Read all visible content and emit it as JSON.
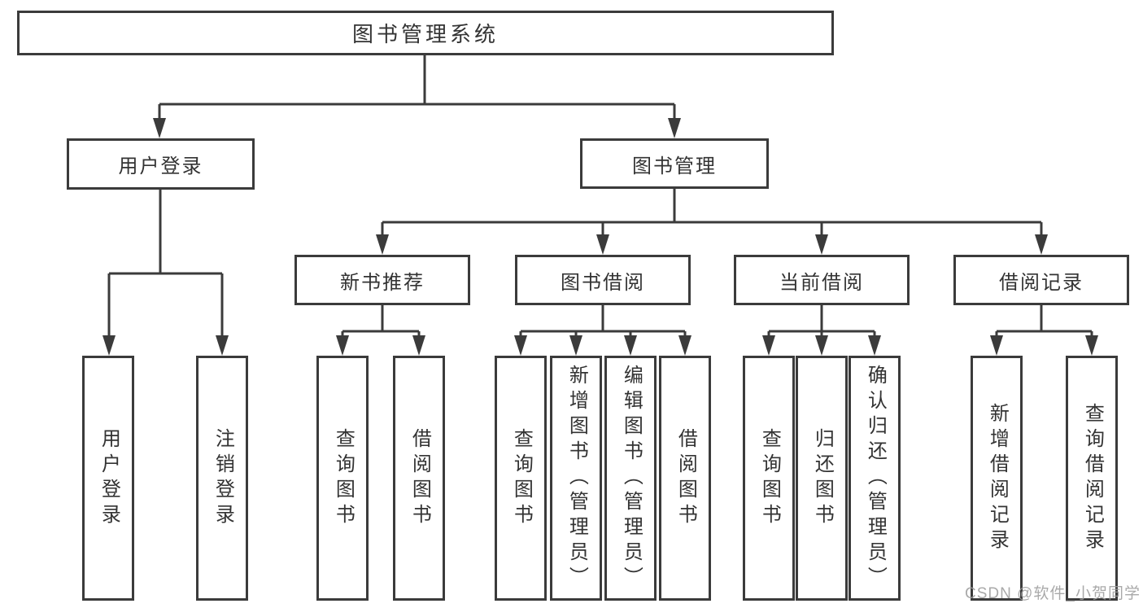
{
  "diagram": {
    "root": {
      "label": "图书管理系统"
    },
    "branches": [
      {
        "label": "用户登录",
        "children": [
          {
            "label": "用户登录"
          },
          {
            "label": "注销登录"
          }
        ]
      },
      {
        "label": "图书管理",
        "children": [
          {
            "label": "新书推荐",
            "children": [
              {
                "label": "查询图书"
              },
              {
                "label": "借阅图书"
              }
            ]
          },
          {
            "label": "图书借阅",
            "children": [
              {
                "label": "查询图书"
              },
              {
                "label": "新增图书（管理员）"
              },
              {
                "label": "编辑图书（管理员）"
              },
              {
                "label": "借阅图书"
              }
            ]
          },
          {
            "label": "当前借阅",
            "children": [
              {
                "label": "查询图书"
              },
              {
                "label": "归还图书"
              },
              {
                "label": "确认归还（管理员）"
              }
            ]
          },
          {
            "label": "借阅记录",
            "children": [
              {
                "label": "新增借阅记录"
              },
              {
                "label": "查询借阅记录"
              }
            ]
          }
        ]
      }
    ]
  },
  "watermark": {
    "text": "CSDN @软件_小贺同学"
  },
  "colors": {
    "line": "#3b3b3b",
    "box_border": "#3b3b3b",
    "text": "#333333",
    "watermark": "#9e9e9e",
    "background": "#ffffff"
  }
}
